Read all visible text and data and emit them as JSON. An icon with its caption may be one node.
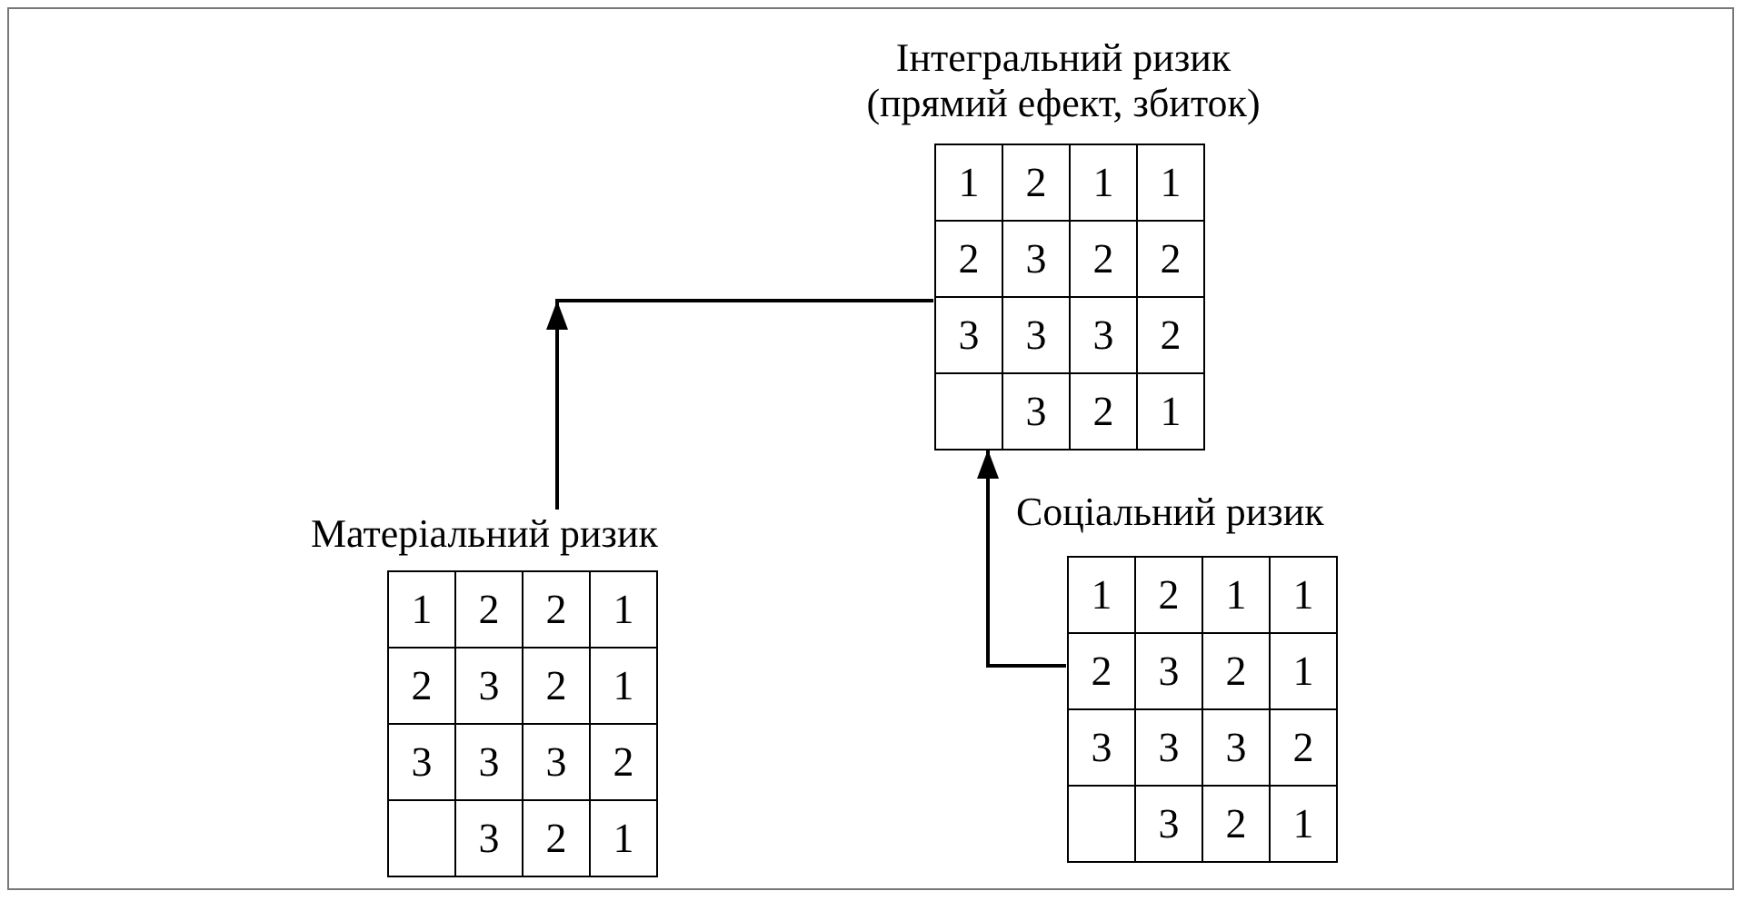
{
  "diagram": {
    "nodes": [
      {
        "text": [
          "Інтегральний ризик (прямий ефект, збиток)"
        ]
      },
      {
        "text": [
          "Матеріальний ризик"
        ]
      },
      {
        "text": [
          "Соціальний ризик"
        ]
      }
    ],
    "edges": [
      {
        "from": 1,
        "to": 0,
        "arrow": "to"
      },
      {
        "from": 2,
        "to": 0,
        "arrow": "to"
      }
    ],
    "labels": [
      "1",
      "2",
      "1",
      "1",
      "2",
      "3",
      "2",
      "2",
      "3",
      "3",
      "3",
      "2",
      "3",
      "2",
      "1",
      "1",
      "2",
      "2",
      "1",
      "2",
      "3",
      "2",
      "1",
      "3",
      "3",
      "3",
      "2",
      "3",
      "2",
      "1",
      "1",
      "2",
      "1",
      "1",
      "2",
      "3",
      "2",
      "1",
      "3",
      "3",
      "3",
      "2",
      "3",
      "2",
      "1"
    ]
  }
}
